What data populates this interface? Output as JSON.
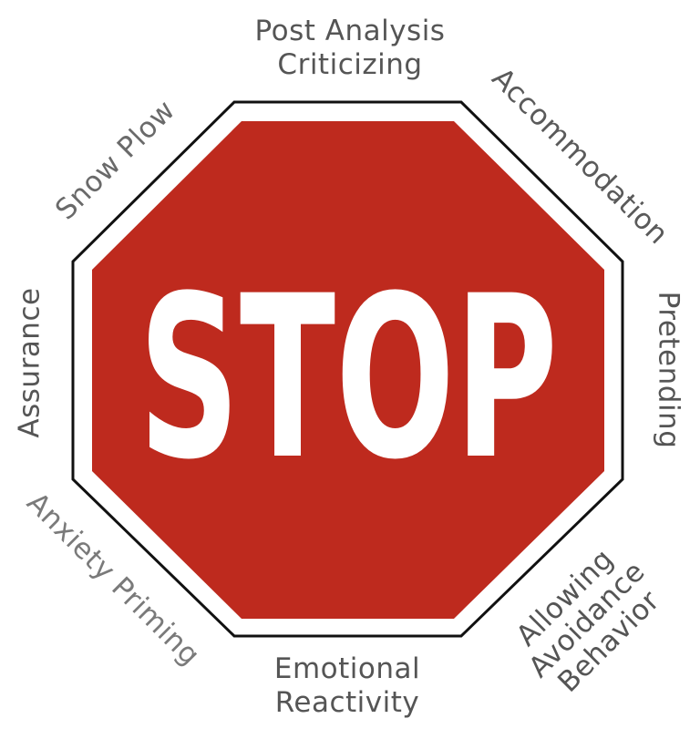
{
  "sign": {
    "text": "STOP",
    "fill_color": "#BE2A1E",
    "text_color": "#FFFFFF",
    "border_color": "#111111"
  },
  "labels": {
    "top": [
      "Post Analysis",
      "Criticizing"
    ],
    "top_right": "Accommodation",
    "right": "Pretending",
    "bottom_right": [
      "Allowing",
      "Avoidance",
      "Behavior"
    ],
    "bottom": [
      "Emotional",
      "Reactivity"
    ],
    "bottom_left": "Anxiety Priming",
    "left": "Assurance",
    "top_left": "Snow Plow"
  },
  "colors": {
    "label_text": "#555555"
  }
}
